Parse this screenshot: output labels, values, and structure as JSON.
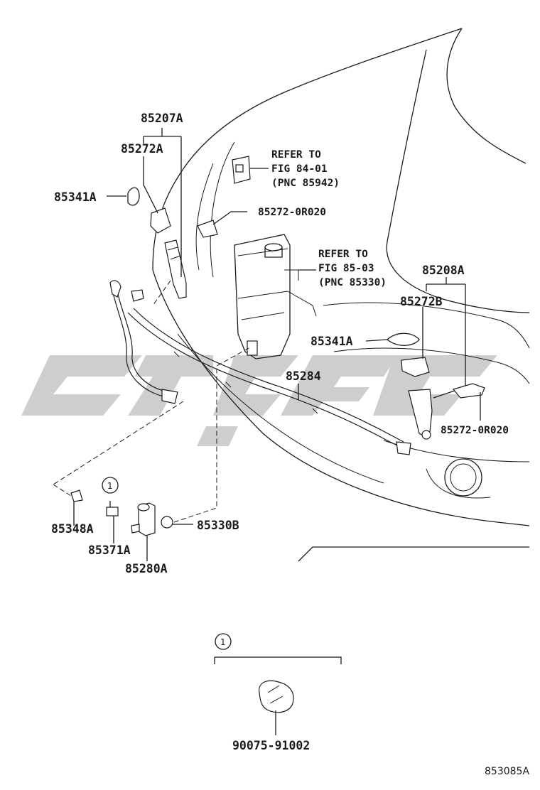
{
  "diagram": {
    "watermark_color": "#c8c8c8",
    "labels": {
      "p85207A": "85207A",
      "p85272A": "85272A",
      "p85341A_left": "85341A",
      "p85272_0R020_top": "85272-0R020",
      "p85208A": "85208A",
      "p85272B": "85272B",
      "p85341A_right": "85341A",
      "p85284": "85284",
      "p85272_0R020_right": "85272-0R020",
      "p85348A": "85348A",
      "p85330B": "85330B",
      "p85371A": "85371A",
      "p85280A": "85280A",
      "p90075_91002": "90075-91002"
    },
    "refer1": {
      "line1": "REFER TO",
      "line2": "FIG 84-01",
      "line3": "(PNC 85942)"
    },
    "refer2": {
      "line1": "REFER TO",
      "line2": "FIG 85-03",
      "line3": "(PNC 85330)"
    },
    "callout_a": "1",
    "callout_b": "1",
    "drawing_code": "853085A"
  }
}
